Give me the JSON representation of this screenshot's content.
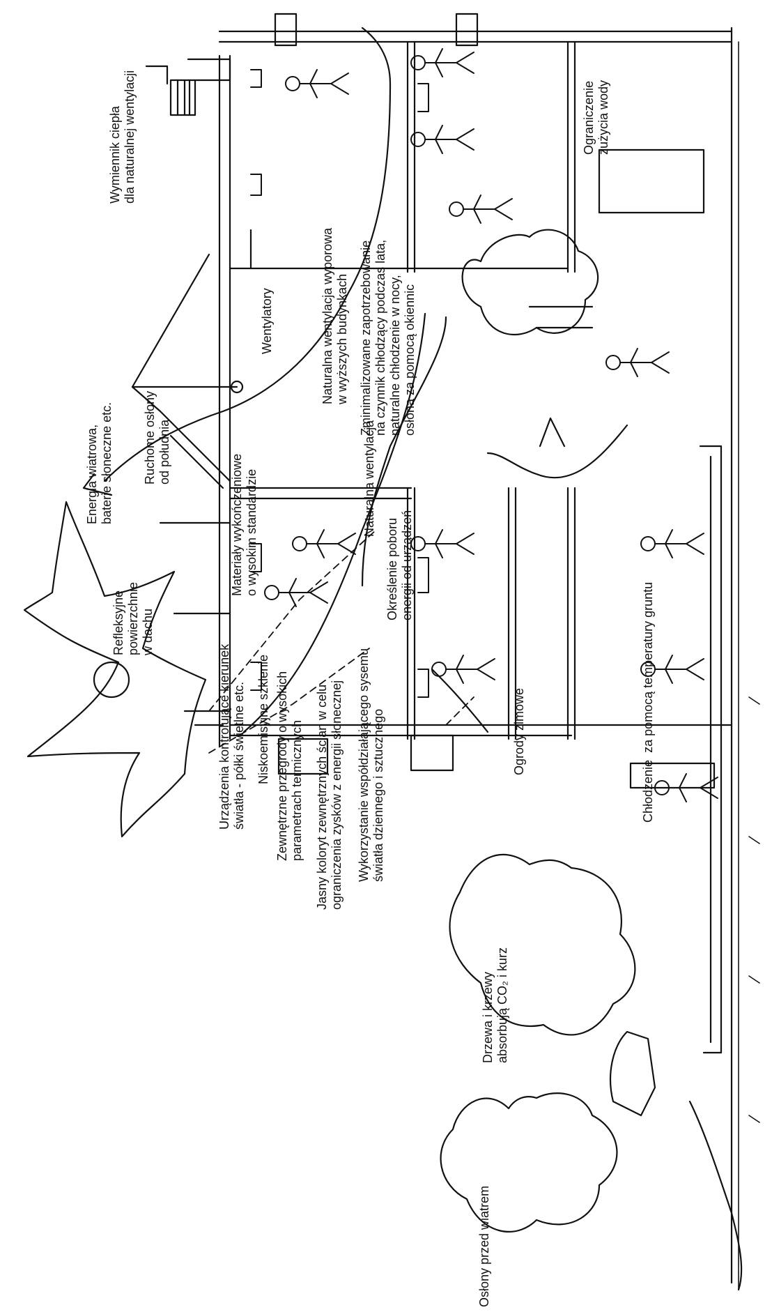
{
  "labels": {
    "heat_exchanger": "Wymiennik ciepła\ndla naturalnej wentylacji",
    "water_limit": "Ograniczenie\nzużycia wody",
    "stack_ventilation": "Naturalna wentylacja wyporowa\nw wyższych budynkach",
    "cooling_minimized": "Zminimalizowane zapotrzebowanie\nna czynnik chłodzący podczas lata,\nnaturalne chłodzenie w nocy,\nosłona za pomocą okiennic",
    "fans": "Wentylatory",
    "wind_solar": "Energia wiatrowa,\nbaterie słoneczne etc.",
    "movable_shades": "Ruchome osłony\nod południa",
    "finishing_materials": "Materiały wykończeniowe\no wysokim standardzie",
    "natural_ventilation": "Naturalna wentylacja",
    "energy_demand": "Określenie poboru\nenergii od urządzeń",
    "reflective_roof": "Refleksyjne\npowierzchnie\nw dachu",
    "light_shelves": "Urządzenia kontrolujące kierunek\nświatła - półki świetlne etc.",
    "low_e_glazing": "Niskoemisyjne szklenie",
    "external_walls": "Zewnętrzne przegrody o wysokich\nparametrach termicznych",
    "light_colour": "Jasny koloryt zewnętrznych ścian w celu\nograniczenia zysków z energii słonecznej",
    "daylight_system": "Wykorzystanie współdziałającego sysemu\nświatła dziennego i sztucznego",
    "winter_gardens": "Ogrody zimowe",
    "ground_cooling": "Chłodzenie  za pomocą temperatury gruntu",
    "trees": "Drzewa i krzewy\nabsorbują CO₂ i kurz",
    "wind_shelter": "Osłony przed wiatrem"
  }
}
